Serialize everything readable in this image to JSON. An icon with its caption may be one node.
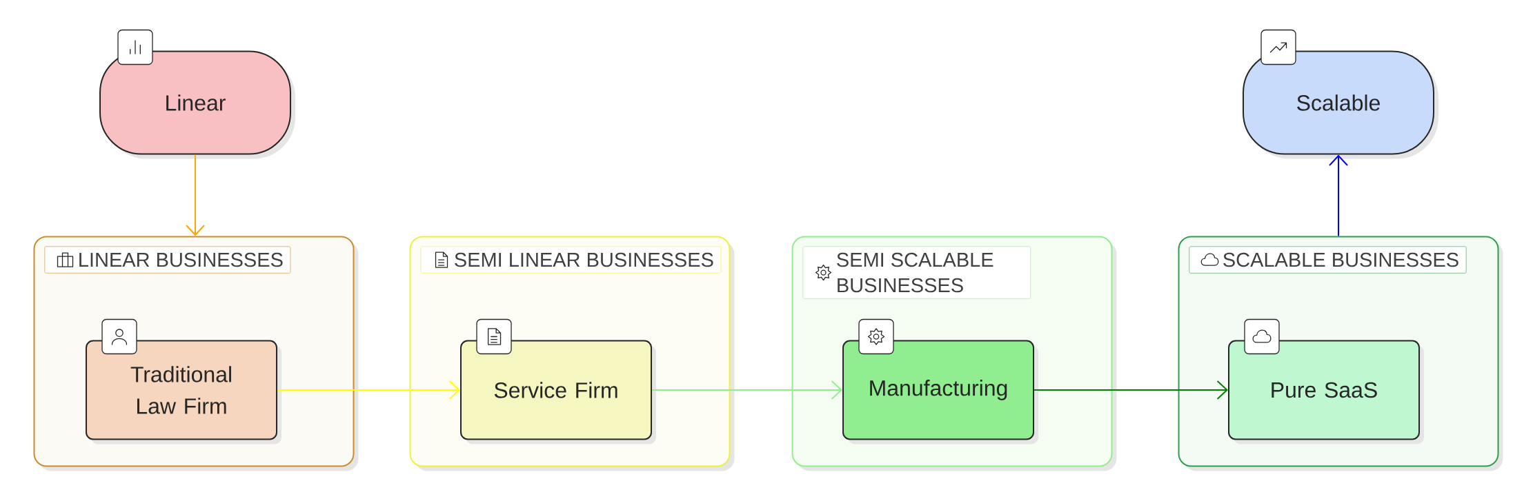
{
  "diagram": {
    "nodes": [
      {
        "text": [
          "Linear"
        ]
      },
      {
        "text": [
          "Scalable"
        ]
      },
      {
        "text": [
          "LINEAR BUSINESSES"
        ]
      },
      {
        "text": [
          "Traditional Law Firm"
        ],
        "in": 2
      },
      {
        "text": [
          "SEMI LINEAR BUSINESSES"
        ]
      },
      {
        "text": [
          "Service Firm"
        ],
        "in": 4
      },
      {
        "text": [
          "SEMI SCALABLE BUSINESSES"
        ]
      },
      {
        "text": [
          "Manufacturing"
        ],
        "in": 6
      },
      {
        "text": [
          "SCALABLE BUSINESSES"
        ]
      },
      {
        "text": [
          "Pure SaaS"
        ],
        "in": 8
      }
    ],
    "edges": [
      {
        "from": 0,
        "to": 2,
        "arrow": "to",
        "color": "#ffa500"
      },
      {
        "from": 3,
        "to": 5,
        "arrow": "to",
        "color": "#ffff00"
      },
      {
        "from": 5,
        "to": 7,
        "arrow": "to",
        "color": "#90ee90"
      },
      {
        "from": 7,
        "to": 9,
        "arrow": "to",
        "color": "#008000"
      },
      {
        "from": 8,
        "to": 1,
        "arrow": "to",
        "color": "#0000ff"
      }
    ]
  }
}
